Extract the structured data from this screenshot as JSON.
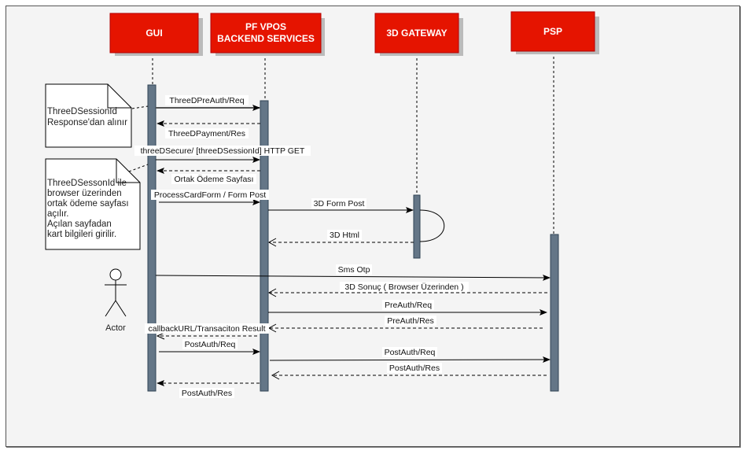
{
  "diagram": {
    "type": "sequence-diagram",
    "colors": {
      "participant_fill": "#e51400",
      "participant_border": "#b20000",
      "activation_fill": "#647687",
      "activation_border": "#314354",
      "background": "#f4f4f4"
    },
    "participants": [
      {
        "id": "gui",
        "lines": [
          "GUI"
        ]
      },
      {
        "id": "backend",
        "lines": [
          "PF VPOS",
          "BACKEND SERVICES"
        ]
      },
      {
        "id": "gateway",
        "lines": [
          "3D GATEWAY"
        ]
      },
      {
        "id": "psp",
        "lines": [
          "PSP"
        ]
      }
    ],
    "actor": {
      "label": "Actor"
    },
    "notes": [
      {
        "id": "note1",
        "lines": [
          "ThreeDSessionId",
          "Response'dan alınır"
        ]
      },
      {
        "id": "note2",
        "lines": [
          "ThreeDSessonId ile",
          "browser üzerinden",
          "ortak ödeme sayfası",
          "açılır.",
          "Açılan sayfadan",
          "kart bilgileri girilir."
        ]
      }
    ],
    "messages": [
      {
        "from": "gui",
        "to": "backend",
        "label": "ThreeDPreAuth/Req",
        "style": "sync"
      },
      {
        "from": "backend",
        "to": "gui",
        "label": "ThreeDPayment/Res",
        "style": "return"
      },
      {
        "from": "gui",
        "to": "backend",
        "label": "threeDSecure/ [threeDSessionId] HTTP GET",
        "style": "sync"
      },
      {
        "from": "backend",
        "to": "gui",
        "label": "Ortak Ödeme Sayfası",
        "style": "return"
      },
      {
        "from": "gui",
        "to": "backend",
        "label": "ProcessCardForm / Form Post",
        "style": "sync"
      },
      {
        "from": "backend",
        "to": "gateway",
        "label": "3D Form Post",
        "style": "sync"
      },
      {
        "from": "gateway",
        "to": "backend",
        "label": "3D Html",
        "style": "return-open"
      },
      {
        "from": "gui",
        "to": "psp",
        "label": "Sms Otp",
        "style": "sync"
      },
      {
        "from": "psp",
        "to": "backend",
        "label": "3D Sonuç ( Browser Üzerinden )",
        "style": "return-open"
      },
      {
        "from": "backend",
        "to": "psp",
        "label": "PreAuth/Req",
        "style": "sync"
      },
      {
        "from": "psp",
        "to": "backend",
        "label": "PreAuth/Res",
        "style": "return-open"
      },
      {
        "from": "backend",
        "to": "gui",
        "label": "callbackURL/Transaciton Result",
        "style": "return-open"
      },
      {
        "from": "gui",
        "to": "backend",
        "label": "PostAuth/Req",
        "style": "sync"
      },
      {
        "from": "backend",
        "to": "psp",
        "label": "PostAuth/Req",
        "style": "sync"
      },
      {
        "from": "psp",
        "to": "backend",
        "label": "PostAuth/Res",
        "style": "return-open"
      },
      {
        "from": "backend",
        "to": "gui",
        "label": "PostAuth/Res",
        "style": "return"
      }
    ]
  }
}
